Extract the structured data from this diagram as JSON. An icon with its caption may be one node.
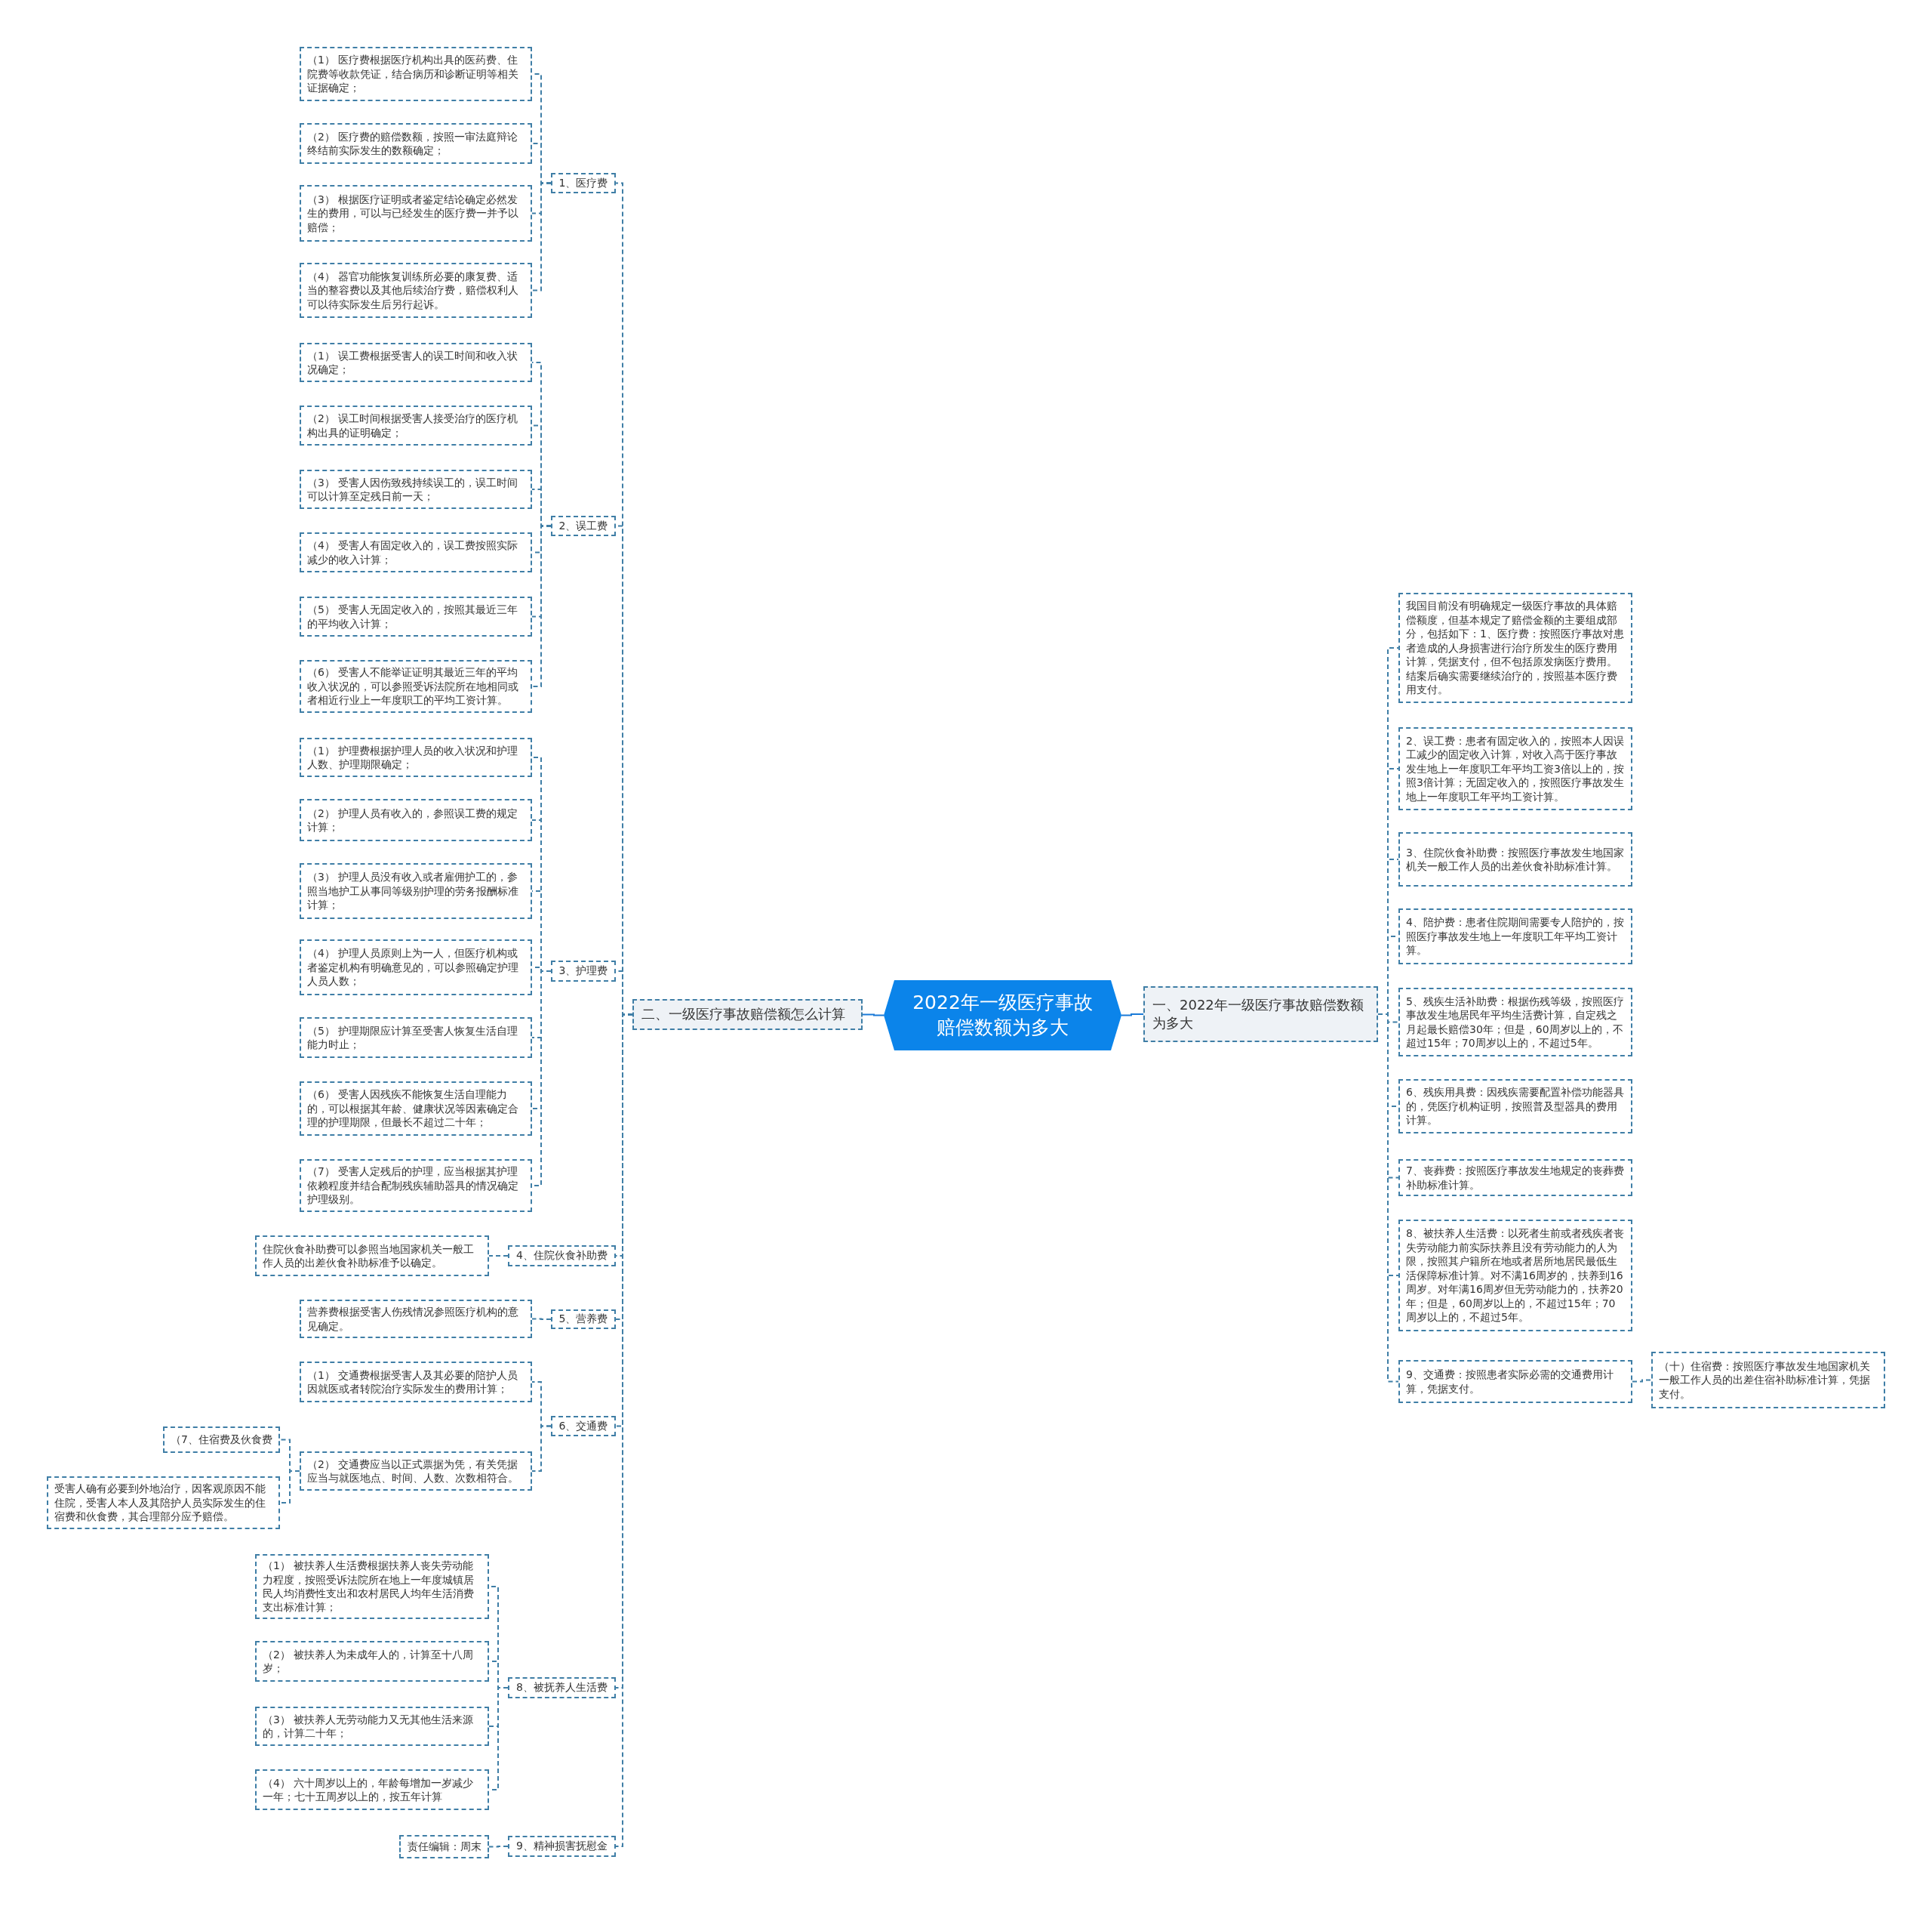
{
  "diagram": {
    "nodes": [
      {
        "text": [
          "2022年一级医疗事故赔偿数额为多大"
        ]
      },
      {
        "text": [
          "二、一级医疗事故赔偿额怎么计算"
        ]
      },
      {
        "text": [
          "一、2022年一级医疗事故赔偿数额为多大"
        ]
      },
      {
        "text": [
          "1、医疗费"
        ]
      },
      {
        "text": [
          "（1） 医疗费根据医疗机构出具的医药费、住院费等收款凭证，结合病历和诊断证明等相关证据确定；"
        ]
      },
      {
        "text": [
          "（2） 医疗费的赔偿数额，按照一审法庭辩论终结前实际发生的数额确定；"
        ]
      },
      {
        "text": [
          "（3） 根据医疗证明或者鉴定结论确定必然发生的费用，可以与已经发生的医疗费一并予以赔偿；"
        ]
      },
      {
        "text": [
          "（4） 器官功能恢复训练所必要的康复费、适当的整容费以及其他后续治疗费，赔偿权利人可以待实际发生后另行起诉。"
        ]
      },
      {
        "text": [
          "2、误工费"
        ]
      },
      {
        "text": [
          "（1） 误工费根据受害人的误工时间和收入状况确定；"
        ]
      },
      {
        "text": [
          "（2） 误工时间根据受害人接受治疗的医疗机构出具的证明确定；"
        ]
      },
      {
        "text": [
          "（3） 受害人因伤致残持续误工的，误工时间可以计算至定残日前一天；"
        ]
      },
      {
        "text": [
          "（4） 受害人有固定收入的，误工费按照实际减少的收入计算；"
        ]
      },
      {
        "text": [
          "（5） 受害人无固定收入的，按照其最近三年的平均收入计算；"
        ]
      },
      {
        "text": [
          "（6） 受害人不能举证证明其最近三年的平均收入状况的，可以参照受诉法院所在地相同或者相近行业上一年度职工的平均工资计算。"
        ]
      },
      {
        "text": [
          "3、护理费"
        ]
      },
      {
        "text": [
          "（1） 护理费根据护理人员的收入状况和护理人数、护理期限确定；"
        ]
      },
      {
        "text": [
          "（2） 护理人员有收入的，参照误工费的规定计算；"
        ]
      },
      {
        "text": [
          "（3） 护理人员没有收入或者雇佣护工的，参照当地护工从事同等级别护理的劳务报酬标准计算；"
        ]
      },
      {
        "text": [
          "（4） 护理人员原则上为一人，但医疗机构或者鉴定机构有明确意见的，可以参照确定护理人员人数；"
        ]
      },
      {
        "text": [
          "（5） 护理期限应计算至受害人恢复生活自理能力时止；"
        ]
      },
      {
        "text": [
          "（6） 受害人因残疾不能恢复生活自理能力的，可以根据其年龄、健康状况等因素确定合理的护理期限，但最长不超过二十年；"
        ]
      },
      {
        "text": [
          "（7） 受害人定残后的护理，应当根据其护理依赖程度并结合配制残疾辅助器具的情况确定护理级别。"
        ]
      },
      {
        "text": [
          "4、住院伙食补助费"
        ]
      },
      {
        "text": [
          "住院伙食补助费可以参照当地国家机关一般工作人员的出差伙食补助标准予以确定。"
        ]
      },
      {
        "text": [
          "5、营养费"
        ]
      },
      {
        "text": [
          "营养费根据受害人伤残情况参照医疗机构的意见确定。"
        ]
      },
      {
        "text": [
          "6、交通费"
        ]
      },
      {
        "text": [
          "（1） 交通费根据受害人及其必要的陪护人员因就医或者转院治疗实际发生的费用计算；"
        ]
      },
      {
        "text": [
          "（2） 交通费应当以正式票据为凭，有关凭据应当与就医地点、时间、人数、次数相符合。"
        ]
      },
      {
        "text": [
          "（7、住宿费及伙食费"
        ]
      },
      {
        "text": [
          "受害人确有必要到外地治疗，因客观原因不能住院，受害人本人及其陪护人员实际发生的住宿费和伙食费，其合理部分应予赔偿。"
        ]
      },
      {
        "text": [
          "8、被抚养人生活费"
        ]
      },
      {
        "text": [
          "（1） 被扶养人生活费根据扶养人丧失劳动能力程度，按照受诉法院所在地上一年度城镇居民人均消费性支出和农村居民人均年生活消费支出标准计算；"
        ]
      },
      {
        "text": [
          "（2） 被扶养人为未成年人的，计算至十八周岁；"
        ]
      },
      {
        "text": [
          "（3） 被扶养人无劳动能力又无其他生活来源的，计算二十年；"
        ]
      },
      {
        "text": [
          "（4） 六十周岁以上的，年龄每增加一岁减少一年；七十五周岁以上的，按五年计算"
        ]
      },
      {
        "text": [
          "9、精神损害抚慰金"
        ]
      },
      {
        "text": [
          "责任编辑：周末"
        ]
      },
      {
        "text": [
          "我国目前没有明确规定一级医疗事故的具体赔偿额度，但基本规定了赔偿金额的主要组成部分，包括如下：1、医疗费：按照医疗事故对患者造成的人身损害进行治疗所发生的医疗费用计算，凭据支付，但不包括原发病医疗费用。结案后确实需要继续治疗的，按照基本医疗费用支付。"
        ]
      },
      {
        "text": [
          "2、误工费：患者有固定收入的，按照本人因误工减少的固定收入计算，对收入高于医疗事故发生地上一年度职工年平均工资3倍以上的，按照3倍计算；无固定收入的，按照医疗事故发生地上一年度职工年平均工资计算。"
        ]
      },
      {
        "text": [
          "3、住院伙食补助费：按照医疗事故发生地国家机关一般工作人员的出差伙食补助标准计算。"
        ]
      },
      {
        "text": [
          "4、陪护费：患者住院期间需要专人陪护的，按照医疗事故发生地上一年度职工年平均工资计算。"
        ]
      },
      {
        "text": [
          "5、残疾生活补助费：根据伤残等级，按照医疗事故发生地居民年平均生活费计算，自定残之月起最长赔偿30年；但是，60周岁以上的，不超过15年；70周岁以上的，不超过5年。"
        ]
      },
      {
        "text": [
          "6、残疾用具费：因残疾需要配置补偿功能器具的，凭医疗机构证明，按照普及型器具的费用计算。"
        ]
      },
      {
        "text": [
          "7、丧葬费：按照医疗事故发生地规定的丧葬费补助标准计算。"
        ]
      },
      {
        "text": [
          "8、被扶养人生活费：以死者生前或者残疾者丧失劳动能力前实际扶养且没有劳动能力的人为限，按照其户籍所在地或者居所地居民最低生活保障标准计算。对不满16周岁的，扶养到16周岁。对年满16周岁但无劳动能力的，扶养20年；但是，60周岁以上的，不超过15年；70周岁以上的，不超过5年。"
        ]
      },
      {
        "text": [
          "9、交通费：按照患者实际必需的交通费用计算，凭据支付。"
        ]
      },
      {
        "text": [
          "（十）住宿费：按照医疗事故发生地国家机关一般工作人员的出差住宿补助标准计算，凭据支付。"
        ]
      }
    ],
    "edges": [
      {
        "from": 0,
        "to": 1,
        "arrow": "none"
      },
      {
        "from": 0,
        "to": 2,
        "arrow": "none"
      },
      {
        "from": 1,
        "to": 3,
        "arrow": "none",
        "style": "dashed"
      },
      {
        "from": 3,
        "to": 4,
        "arrow": "none",
        "style": "dashed"
      },
      {
        "from": 3,
        "to": 5,
        "arrow": "none",
        "style": "dashed"
      },
      {
        "from": 3,
        "to": 6,
        "arrow": "none",
        "style": "dashed"
      },
      {
        "from": 3,
        "to": 7,
        "arrow": "none",
        "style": "dashed"
      },
      {
        "from": 1,
        "to": 8,
        "arrow": "none",
        "style": "dashed"
      },
      {
        "from": 8,
        "to": 9,
        "arrow": "none",
        "style": "dashed"
      },
      {
        "from": 8,
        "to": 10,
        "arrow": "none",
        "style": "dashed"
      },
      {
        "from": 8,
        "to": 11,
        "arrow": "none",
        "style": "dashed"
      },
      {
        "from": 8,
        "to": 12,
        "arrow": "none",
        "style": "dashed"
      },
      {
        "from": 8,
        "to": 13,
        "arrow": "none",
        "style": "dashed"
      },
      {
        "from": 8,
        "to": 14,
        "arrow": "none",
        "style": "dashed"
      },
      {
        "from": 1,
        "to": 15,
        "arrow": "none",
        "style": "dashed"
      },
      {
        "from": 15,
        "to": 16,
        "arrow": "none",
        "style": "dashed"
      },
      {
        "from": 15,
        "to": 17,
        "arrow": "none",
        "style": "dashed"
      },
      {
        "from": 15,
        "to": 18,
        "arrow": "none",
        "style": "dashed"
      },
      {
        "from": 15,
        "to": 19,
        "arrow": "none",
        "style": "dashed"
      },
      {
        "from": 15,
        "to": 20,
        "arrow": "none",
        "style": "dashed"
      },
      {
        "from": 15,
        "to": 21,
        "arrow": "none",
        "style": "dashed"
      },
      {
        "from": 15,
        "to": 22,
        "arrow": "none",
        "style": "dashed"
      },
      {
        "from": 1,
        "to": 23,
        "arrow": "none",
        "style": "dashed"
      },
      {
        "from": 23,
        "to": 24,
        "arrow": "none",
        "style": "dashed"
      },
      {
        "from": 1,
        "to": 25,
        "arrow": "none",
        "style": "dashed"
      },
      {
        "from": 25,
        "to": 26,
        "arrow": "none",
        "style": "dashed"
      },
      {
        "from": 1,
        "to": 27,
        "arrow": "none",
        "style": "dashed"
      },
      {
        "from": 27,
        "to": 28,
        "arrow": "none",
        "style": "dashed"
      },
      {
        "from": 27,
        "to": 29,
        "arrow": "none",
        "style": "dashed"
      },
      {
        "from": 29,
        "to": 30,
        "arrow": "none",
        "style": "dashed"
      },
      {
        "from": 29,
        "to": 31,
        "arrow": "none",
        "style": "dashed"
      },
      {
        "from": 1,
        "to": 32,
        "arrow": "none",
        "style": "dashed"
      },
      {
        "from": 32,
        "to": 33,
        "arrow": "none",
        "style": "dashed"
      },
      {
        "from": 32,
        "to": 34,
        "arrow": "none",
        "style": "dashed"
      },
      {
        "from": 32,
        "to": 35,
        "arrow": "none",
        "style": "dashed"
      },
      {
        "from": 32,
        "to": 36,
        "arrow": "none",
        "style": "dashed"
      },
      {
        "from": 1,
        "to": 37,
        "arrow": "none",
        "style": "dashed"
      },
      {
        "from": 37,
        "to": 38,
        "arrow": "none",
        "style": "dashed"
      },
      {
        "from": 2,
        "to": 39,
        "arrow": "none",
        "style": "dashed"
      },
      {
        "from": 2,
        "to": 40,
        "arrow": "none",
        "style": "dashed"
      },
      {
        "from": 2,
        "to": 41,
        "arrow": "none",
        "style": "dashed"
      },
      {
        "from": 2,
        "to": 42,
        "arrow": "none",
        "style": "dashed"
      },
      {
        "from": 2,
        "to": 43,
        "arrow": "none",
        "style": "dashed"
      },
      {
        "from": 2,
        "to": 44,
        "arrow": "none",
        "style": "dashed"
      },
      {
        "from": 2,
        "to": 45,
        "arrow": "none",
        "style": "dashed"
      },
      {
        "from": 2,
        "to": 46,
        "arrow": "none",
        "style": "dashed"
      },
      {
        "from": 2,
        "to": 47,
        "arrow": "none",
        "style": "dashed"
      },
      {
        "from": 47,
        "to": 48,
        "arrow": "none",
        "style": "dashed"
      }
    ]
  }
}
